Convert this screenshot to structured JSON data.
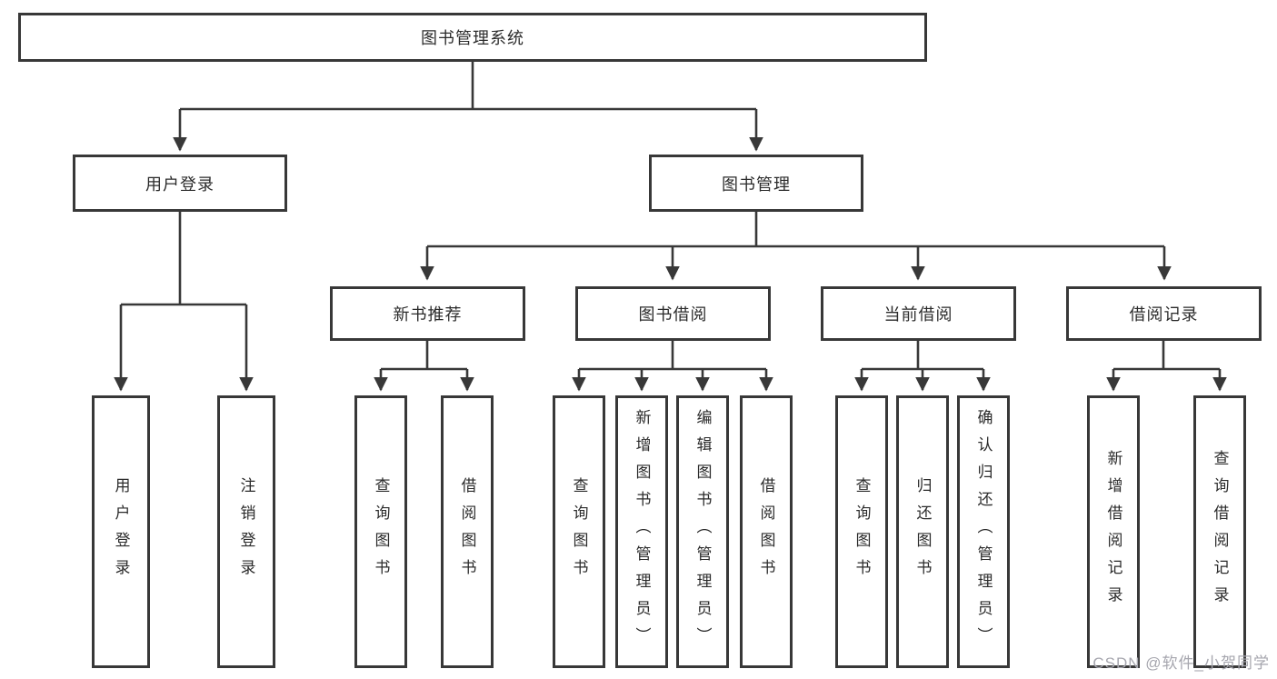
{
  "tree": {
    "root": "图书管理系统",
    "branches": [
      {
        "label": "用户登录",
        "children": [
          "用户登录",
          "注销登录"
        ]
      },
      {
        "label": "图书管理",
        "children": [
          {
            "label": "新书推荐",
            "children": [
              "查询图书",
              "借阅图书"
            ]
          },
          {
            "label": "图书借阅",
            "children": [
              "查询图书",
              "新增图书（管理员）",
              "编辑图书（管理员）",
              "借阅图书"
            ]
          },
          {
            "label": "当前借阅",
            "children": [
              "查询图书",
              "归还图书",
              "确认归还（管理员）"
            ]
          },
          {
            "label": "借阅记录",
            "children": [
              "新增借阅记录",
              "查询借阅记录"
            ]
          }
        ]
      }
    ]
  },
  "watermark": {
    "text": "CSDN @软件_小贺同学"
  },
  "colors": {
    "line": "#383838",
    "box_border": "#383838",
    "text": "#2b2b2b",
    "watermark": "#a6a6ae",
    "background": "#ffffff"
  }
}
